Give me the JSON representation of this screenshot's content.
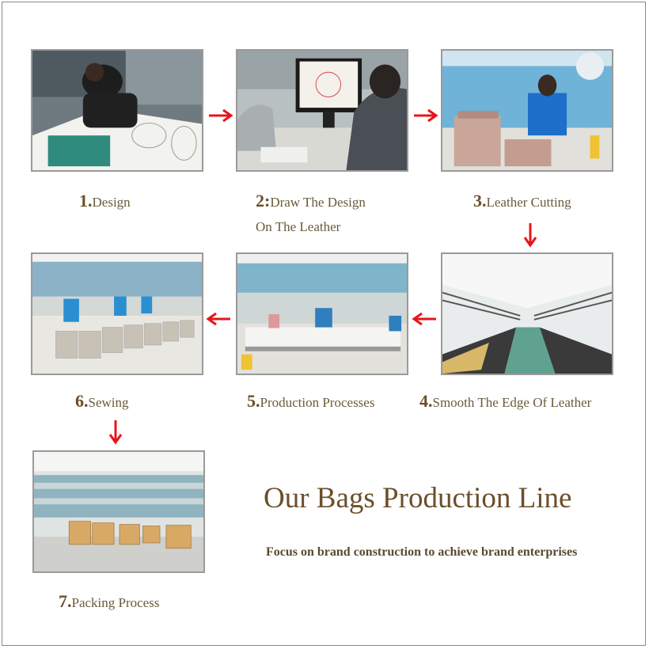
{
  "steps": [
    {
      "num": "1.",
      "label": "Design"
    },
    {
      "num": "2:",
      "label": "Draw The Design",
      "label2": "On The Leather"
    },
    {
      "num": "3.",
      "label": "Leather Cutting"
    },
    {
      "num": "4.",
      "label": "Smooth The Edge Of Leather"
    },
    {
      "num": "5.",
      "label": "Production Processes"
    },
    {
      "num": "6.",
      "label": "Sewing"
    },
    {
      "num": "7.",
      "label": "Packing Process"
    }
  ],
  "title": "Our Bags Production Line",
  "tagline": "Focus on brand construction to achieve brand enterprises",
  "colors": {
    "arrow": "#e8141b",
    "text": "#6b4f2a",
    "border": "#9a9a9a"
  }
}
